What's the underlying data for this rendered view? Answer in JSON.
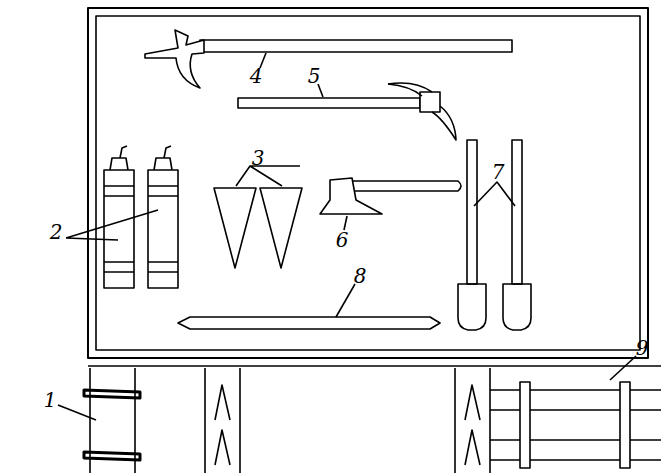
{
  "diagram": {
    "labels": [
      "4",
      "5",
      "2",
      "3",
      "6",
      "7",
      "8",
      "1",
      "9"
    ]
  }
}
